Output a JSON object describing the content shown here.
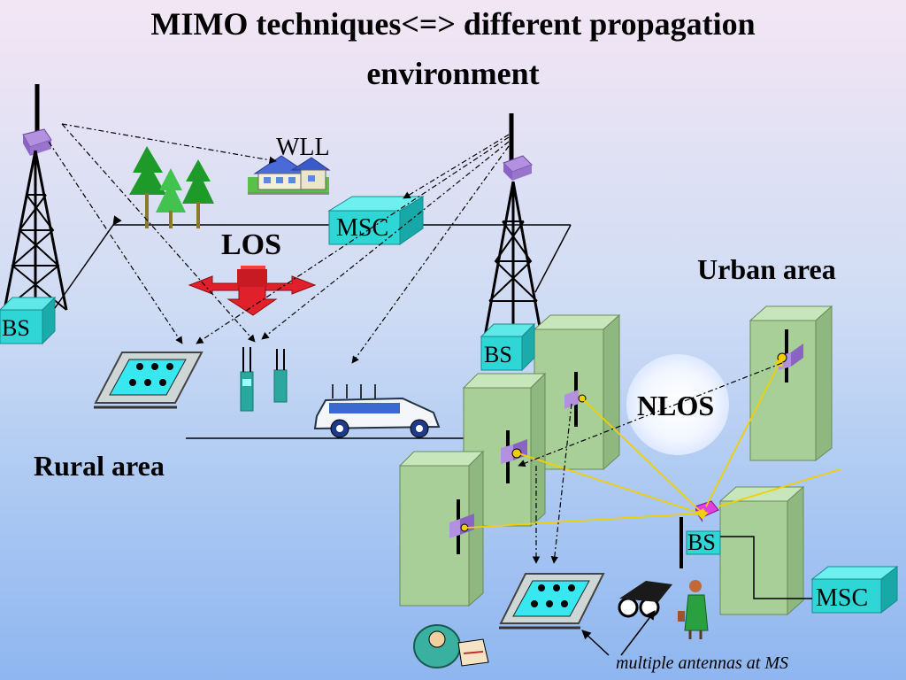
{
  "title": {
    "line1": "MIMO techniques<=> different propagation",
    "line2": "environment"
  },
  "labels": {
    "wll": "WLL",
    "los": "LOS",
    "msc_rural": "MSC",
    "bs_left": "BS",
    "bs_mid": "BS",
    "bs_urban": "BS",
    "msc_urban": "MSC",
    "urban_area": "Urban area",
    "rural_area": "Rural area",
    "nlos": "NLOS",
    "ms_caption": "multiple antennas at MS"
  },
  "colors": {
    "cyan_box": "#2fd6d6",
    "tower_mount": "#a07ad0",
    "building": "#a8cf98",
    "ray_yellow": "#f0d000",
    "arrow_red": "#e0202a"
  }
}
